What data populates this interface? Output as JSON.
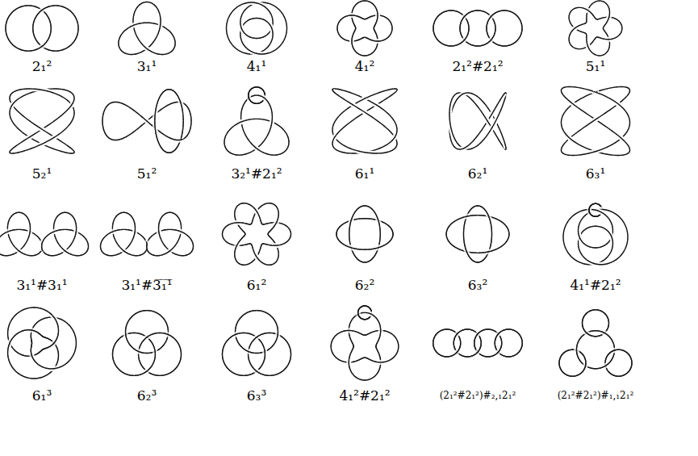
{
  "diagram": {
    "labels": [
      "2₁²",
      "3₁¹",
      "4₁¹",
      "4₁²",
      "2₁²#2₁²",
      "5₁¹",
      "5₂¹",
      "5₁²",
      "3₂¹#2₁²",
      "6₁¹",
      "6₂¹",
      "6₃¹",
      "3₁¹#3₁¹",
      "3₁¹#3̅₁̅¹̅",
      "6₁²",
      "6₂²",
      "6₃²",
      "4₁¹#2₁²",
      "6₁³",
      "6₂³",
      "6₃³",
      "4₁²#2₁²",
      "(2₁²#2₁²)#₂,₁2₁²",
      "(2₁²#2₁²)#₁,₁2₁²"
    ]
  }
}
